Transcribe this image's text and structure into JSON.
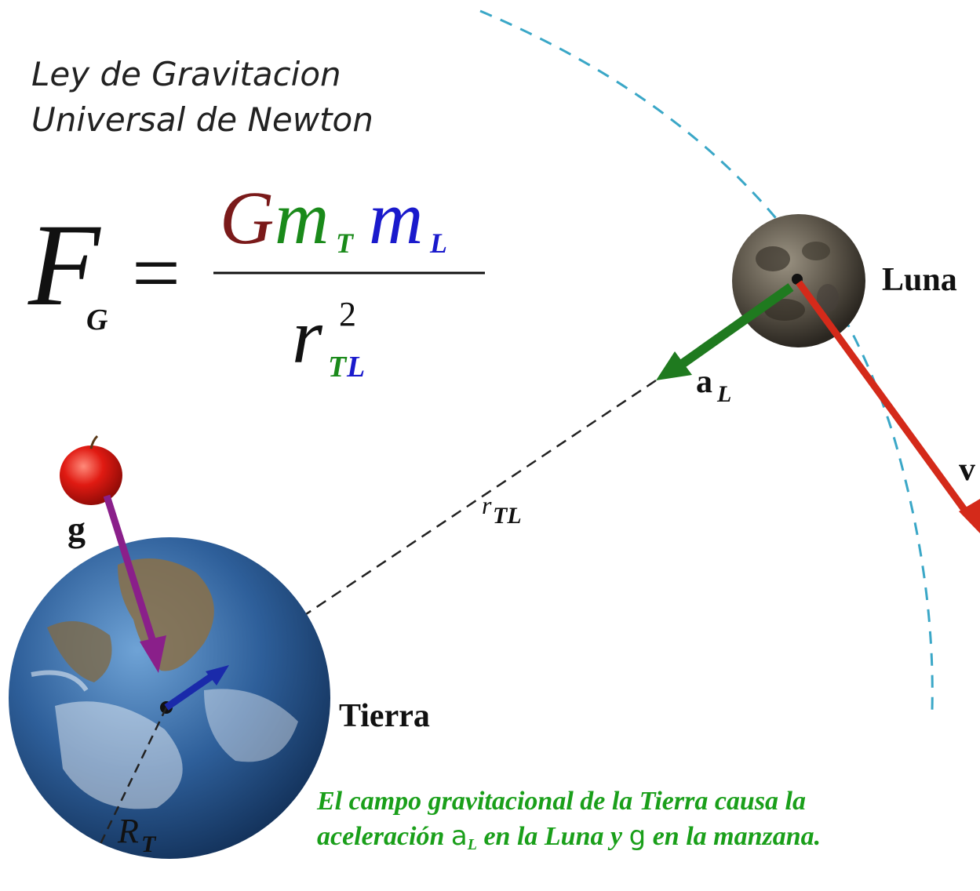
{
  "title": {
    "line1": "Ley de Gravitacion",
    "line2": "Universal de Newton"
  },
  "formula": {
    "lhs": "F",
    "lhs_sub": "G",
    "equals": "=",
    "G": "G",
    "m1": "m",
    "m1_sub": "T",
    "m2": "m",
    "m2_sub": "L",
    "r": "r",
    "r_sub_T": "T",
    "r_sub_L": "L",
    "exponent": "2",
    "colors": {
      "G": "#7a1a1a",
      "T": "#1a8a1a",
      "L": "#1a1acc",
      "black": "#111111"
    }
  },
  "labels": {
    "luna": "Luna",
    "tierra": "Tierra",
    "a_vec": "a",
    "a_sub": "L",
    "v": "v",
    "g": "g",
    "r": "r",
    "r_sub": "TL",
    "R": "R",
    "R_sub": "T"
  },
  "caption": {
    "part1": "El campo gravitacional de la Tierra causa la aceleración ",
    "a": "a",
    "a_sub": "L",
    "part2": " en la Luna y ",
    "g": "g",
    "part3": " en la manzana."
  },
  "colors": {
    "accel_arrow": "#1f7a1f",
    "velocity_arrow": "#d42a1a",
    "gravity_arrow": "#8a1f8a",
    "radius_arrow": "#1a2aaa",
    "orbit": "#3aa7c7",
    "caption": "#1a9f1a"
  }
}
